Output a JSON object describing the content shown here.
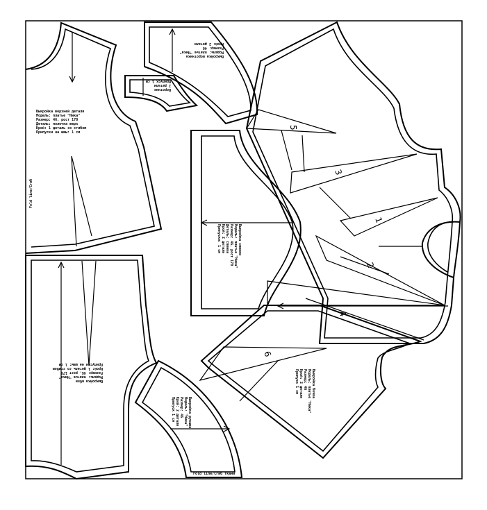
{
  "sheet": {
    "fold_labels": [
      "Fold line/Сгиб",
      "Fold line/Сгиб ткани"
    ]
  },
  "dart_numbers": [
    "5",
    "3",
    "1",
    "2",
    "4",
    "6"
  ],
  "pieces": [
    {
      "id": "front-upper",
      "lines": [
        "Выкройка верхней детали",
        "Модель: платье \"Ника\"",
        "Размер: 46, рост 170",
        "Деталь: полочка верх",
        "Крой: 1 деталь со сгибом",
        "Припуски на швы: 1 см"
      ]
    },
    {
      "id": "collar-small",
      "lines": [
        "Воротник",
        "2 детали",
        "Припуск 1 см"
      ]
    },
    {
      "id": "collar-large",
      "lines": [
        "Выкройка воротника",
        "Модель: платье \"Ника\"",
        "Размер: 46",
        "Крой: 2 детали"
      ]
    },
    {
      "id": "back-center",
      "lines": [
        "Выкройка спинки",
        "Модель: платье \"Ника\"",
        "Размер: 46, рост 170",
        "Деталь: спинка",
        "Крой: 2 детали",
        "Припуски: 1 см"
      ]
    },
    {
      "id": "skirt-front",
      "lines": [
        "Выкройка юбки",
        "Модель: платье \"Ника\"",
        "Размер: 46, рост 170",
        "Крой: 1 деталь со сгибом",
        "Припуски на швы: 1 см"
      ]
    },
    {
      "id": "side-panel",
      "lines": [
        "Выкройка бочка",
        "Модель: платье \"Ника\"",
        "Размер: 46",
        "Крой: 2 детали",
        "Припуск 1 см"
      ]
    },
    {
      "id": "sleeve-cap",
      "lines": [
        "Выкройка рукава",
        "Модель: \"Ника\"",
        "Размер: 46",
        "Крой: 2 детали",
        "Припуск 1 см"
      ]
    }
  ]
}
